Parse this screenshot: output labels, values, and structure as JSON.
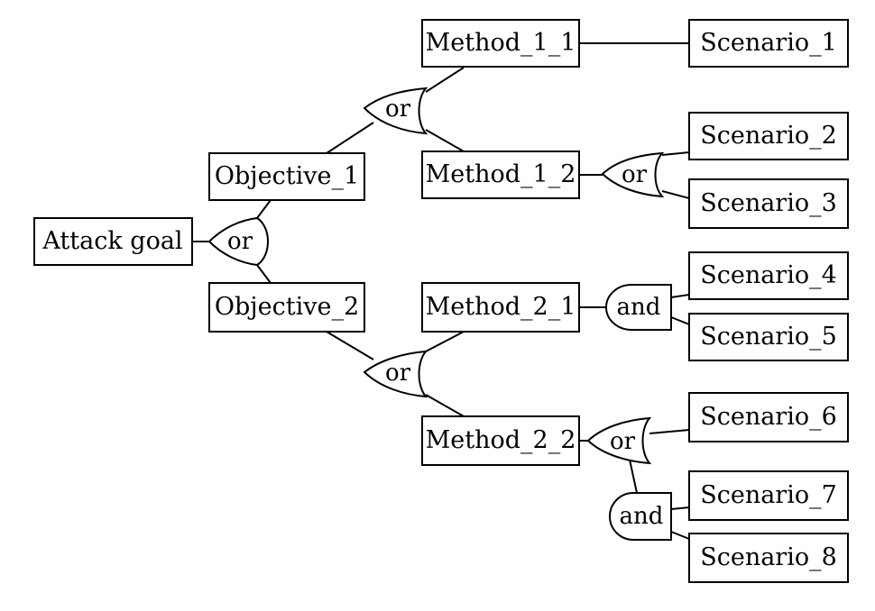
{
  "nodes": {
    "attack_goal": "Attack goal",
    "objective_1": "Objective_1",
    "objective_2": "Objective_2",
    "method_1_1": "Method_1_1",
    "method_1_2": "Method_1_2",
    "method_2_1": "Method_2_1",
    "method_2_2": "Method_2_2",
    "scenario_1": "Scenario_1",
    "scenario_2": "Scenario_2",
    "scenario_3": "Scenario_3",
    "scenario_4": "Scenario_4",
    "scenario_5": "Scenario_5",
    "scenario_6": "Scenario_6",
    "scenario_7": "Scenario_7",
    "scenario_8": "Scenario_8"
  },
  "gates": {
    "goal_gate": "or",
    "objective_1_gate": "or",
    "objective_2_gate": "or",
    "method_1_2_gate": "or",
    "method_2_1_gate": "and",
    "method_2_2_gate": "or",
    "method_2_2_sub_gate": "and"
  }
}
